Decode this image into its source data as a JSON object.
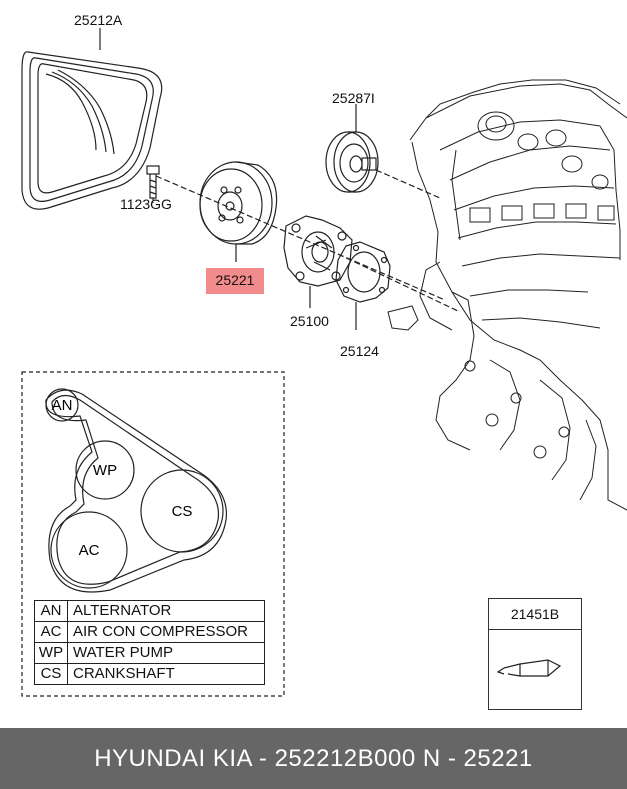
{
  "parts": {
    "belt": "25212A",
    "bolt": "1123GG",
    "pulley": "25221",
    "idler": "25287I",
    "water_pump": "25100",
    "gasket": "25124",
    "sealant": "21451B"
  },
  "routing": {
    "pulleys": [
      {
        "code": "AN"
      },
      {
        "code": "WP"
      },
      {
        "code": "CS"
      },
      {
        "code": "AC"
      }
    ]
  },
  "legend": [
    {
      "code": "AN",
      "name": "ALTERNATOR"
    },
    {
      "code": "AC",
      "name": "AIR CON COMPRESSOR"
    },
    {
      "code": "WP",
      "name": "WATER PUMP"
    },
    {
      "code": "CS",
      "name": "CRANKSHAFT"
    }
  ],
  "footer": {
    "text": "HYUNDAI  KIA - 252212B000     N - 25221"
  },
  "colors": {
    "highlight": "#f28b8b",
    "footer_bg": "#666666",
    "line": "#222222"
  }
}
